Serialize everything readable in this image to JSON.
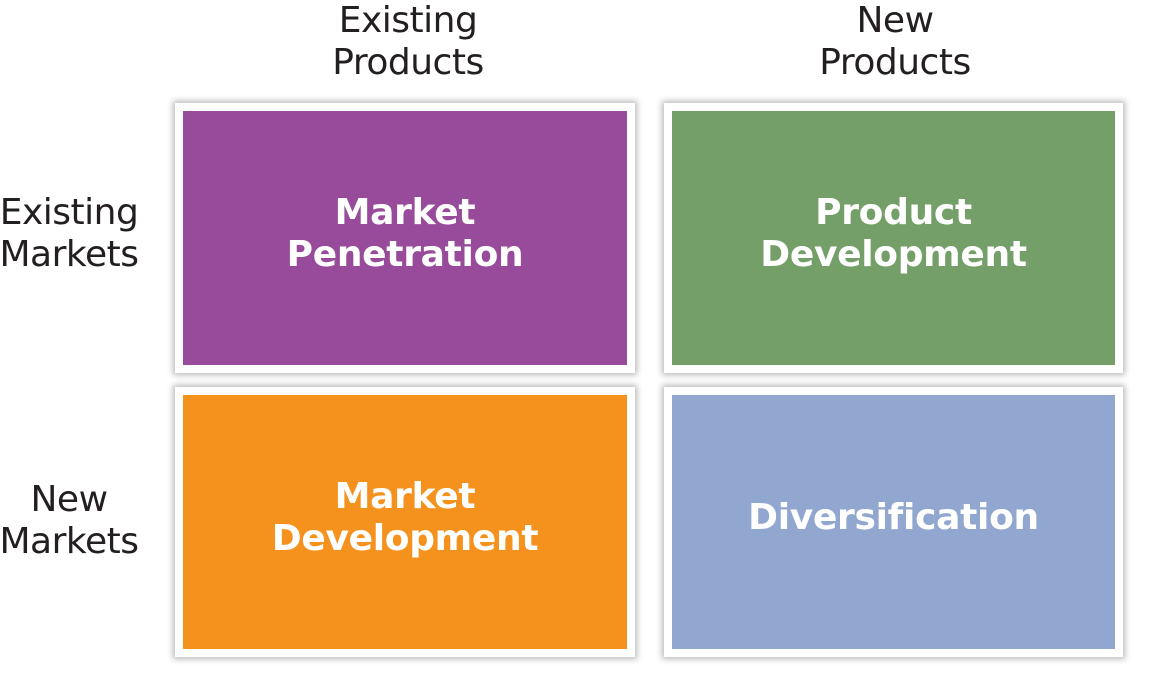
{
  "columns": [
    {
      "label": "Existing\nProducts"
    },
    {
      "label": "New\nProducts"
    }
  ],
  "rows": [
    {
      "label": "Existing\nMarkets"
    },
    {
      "label": "New\nMarkets"
    }
  ],
  "cells": [
    {
      "label": "Market\nPenetration",
      "color": "#974b9a"
    },
    {
      "label": "Product\nDevelopment",
      "color": "#749f68"
    },
    {
      "label": "Market\nDevelopment",
      "color": "#f5921e"
    },
    {
      "label": "Diversification",
      "color": "#91a7d0"
    }
  ]
}
